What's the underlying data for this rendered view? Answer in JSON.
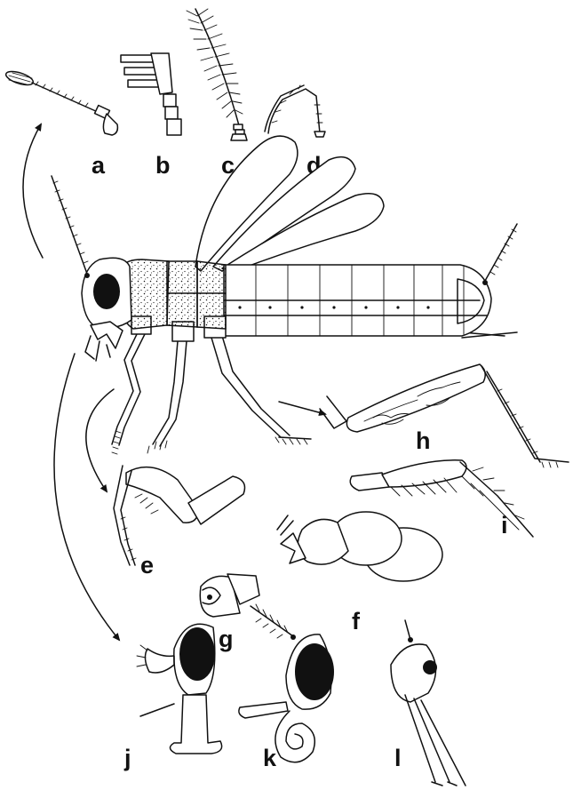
{
  "figure": {
    "labels": {
      "a": "a",
      "b": "b",
      "c": "c",
      "d": "d",
      "e": "e",
      "f": "f",
      "g": "g",
      "h": "h",
      "i": "i",
      "j": "j",
      "k": "k",
      "l": "l"
    },
    "colors": {
      "ink": "#111111",
      "background": "#ffffff"
    }
  }
}
